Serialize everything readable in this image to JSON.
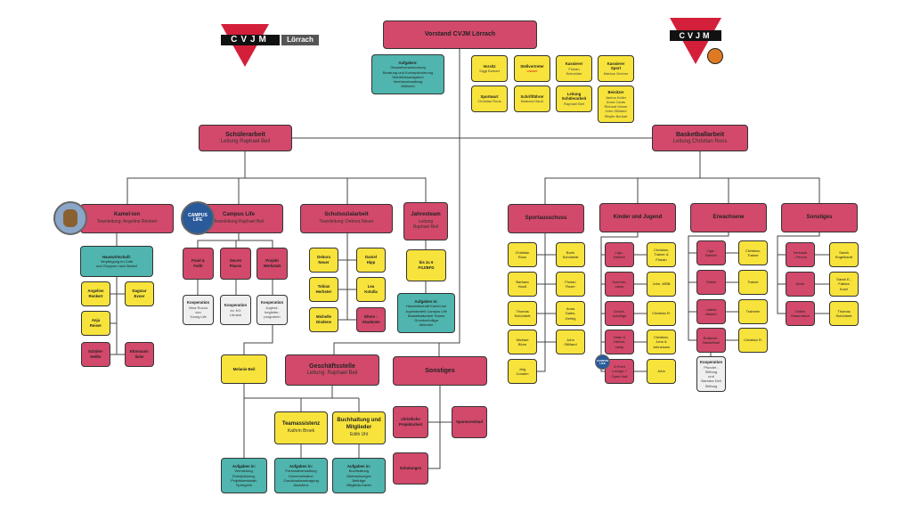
{
  "logos": {
    "left_text": "CVJM",
    "left_city": "Lörrach",
    "right_text": "CVJM",
    "campus_life_logo": "CAMPUS\nLIFE"
  },
  "board": {
    "title": "Vorstand CVJM Lörrach",
    "tasks_title": "Aufgaben:",
    "tasks": "Gesamtverantwortung\nBeratung und Konzeptionierung\nÜberblicksaufgaben\nVereinsverwaltung\nAktionen",
    "members": [
      {
        "role": "Vorsitz",
        "name": "Siggi Burkart"
      },
      {
        "role": "Stellvertreter",
        "name": "vakant"
      },
      {
        "role": "Kassierer",
        "name": "Florian\nSchneider"
      },
      {
        "role": "Kassierer\nSport",
        "name": "Markus Greiner"
      },
      {
        "role": "Sportwart",
        "name": "Christian Roos"
      },
      {
        "role": "Schriftführer",
        "name": "Barbara Hauß"
      },
      {
        "role": "Leitung\nSchülerarbeit",
        "name": "Raphael Beil"
      },
      {
        "role": "Beisitzer",
        "name": "Janina Keller\nAnna Caras\nRichard Moser\nJohn Gilliland\nSibylle Burkart"
      }
    ]
  },
  "schuelerarbeit": {
    "title": "Schülerarbeit",
    "lead": "Leitung Raphael Beil",
    "kamelion": {
      "title": "Kamel-ion",
      "lead": "Teamleitung: Angeline Renkert",
      "hw_title": "Hauswirtschaft:",
      "hw_text": "Verpflegung im Café\nund Gruppen nach Bedarf",
      "people": [
        "Angeline\nRenkert",
        "Dagmar\nExner",
        "Anja\nReiser"
      ],
      "groups": [
        "Schüler-\nHelfer",
        "Ehrenamt-\nliche"
      ]
    },
    "campus": {
      "title": "Campus Life",
      "lead": "Teamleitung Raphael Beil",
      "programs": [
        "Food &\nFaith",
        "Secret\nPlaces",
        "Projekt\nWerkstatt"
      ],
      "coops": [
        {
          "title": "Kooperation",
          "text": "Nina Rocca\nvon\nYoung Life"
        },
        {
          "title": "Kooperation",
          "text": "ev. KG\nLörrach"
        },
        {
          "title": "Kooperation",
          "text": "Jugend-\nbegleiter-\nprogramm"
        }
      ],
      "person": "Melanie Beil",
      "person_tasks_title": "Aufgaben in:",
      "person_tasks": "Vermietung,\nEventplanung,\nProjektwerkstatt,\nSpringerin"
    },
    "schulsozial": {
      "title": "Schulsozialarbeit",
      "lead": "Teamleitung: Debora Neuer",
      "people": [
        "Debora\nNeuer",
        "Daniel\nHipp",
        "Tobias\nHerbster",
        "Lea\nKotulla",
        "Michelle\nDiodene"
      ],
      "group": "Eltern -\nAkademie"
    },
    "jahresteam": {
      "title": "Jahresteam",
      "lead": "Leitung\nRaphael Beil",
      "fsj": "bis zu 6\nFSJ/BFD",
      "tasks_title": "Aufgaben in:",
      "tasks": "Hauswirtschaft Kamel-ion\nJugendarbeit Campus Life\nBasketballarbeit Teams\nGrundschulliga\nAktionen"
    }
  },
  "geschaeftsstelle": {
    "title": "Geschäftsstelle",
    "lead": "Leitung: Raphael Beil",
    "assist": {
      "title": "Teamassistenz",
      "name": "Kathrin Broek",
      "tasks_title": "Aufgaben in:",
      "tasks": "Personalverwaltung\nKommunikation\nZuschussbeantragung\nAssistenz"
    },
    "buch": {
      "title": "Buchhaltung und\nMitglieder",
      "name": "Edith Uhl",
      "tasks_title": "Aufgaben in:",
      "tasks": "Buchhaltung\nÜberweisungen\nBeiträge\nMitglieds-Kartei"
    }
  },
  "sonstiges_main": {
    "title": "Sonstiges",
    "items": [
      "christliche\nProjektarbeit",
      "Sponsorenlauf",
      "Schulungen"
    ]
  },
  "basketball": {
    "title": "Basketballarbeit",
    "lead": "Leitung Christian Roos",
    "sport": {
      "title": "Sportausschuss",
      "people": [
        "Christian\nRoos",
        "Boris\nSchöbeldt",
        "Barbara\nHauß",
        "Florian\nRuser",
        "Thomas\nSchönbett",
        "Anna\nGales-\nGehrig",
        "Michael\nBlum",
        "John\nGilliland",
        "Jörg\nCorsten"
      ]
    },
    "kinder": {
      "title": "Kinder und Jugend",
      "rows": [
        {
          "group": "Liga -\nBetrieb",
          "lead": "Christian,\nTrainer &\nFlorian"
        },
        {
          "group": "Sommer-\ncamp",
          "lead": "John, WBB"
        },
        {
          "group": "Grund-\nschulliga",
          "lead": "Christian R."
        },
        {
          "group": "Oster &\nHerbst-\ncamp",
          "lead": "Christian,\nJohn &\nJohnstown"
        },
        {
          "group": "3-Point\nLounge +\nOpen Hall",
          "lead": "John"
        }
      ]
    },
    "erwachsene": {
      "title": "Erwachsene",
      "rows": [
        {
          "group": "Liga -\nBetrieb",
          "lead": "Christian,\nTrainer"
        },
        {
          "group": "Oldies",
          "lead": "Trainer"
        },
        {
          "group": "Ladies\nBasket",
          "lead": "Trainerin"
        },
        {
          "group": "Rollstuhl -\nBasketball",
          "lead": "Christian R."
        }
      ],
      "coop_title": "Kooperation",
      "coop_text": "Pfunder -\nStiftung\nund\nBarbara Dell\nStiftung"
    },
    "sonstiges": {
      "title": "Sonstiges",
      "rows": [
        {
          "group": "Verkaufs\n- Person",
          "lead": "Sarah\nEngelhardt"
        },
        {
          "group": "Kiosk",
          "lead": "Sarah E.,\nFatima\nKurzl"
        },
        {
          "group": "Oldies\nStammtisch",
          "lead": "Thomas\nSchönbett"
        }
      ]
    }
  },
  "colors": {
    "red": "#d2496b",
    "yellow": "#f7e33b",
    "teal": "#4fb5ae",
    "gray": "#efefef"
  }
}
